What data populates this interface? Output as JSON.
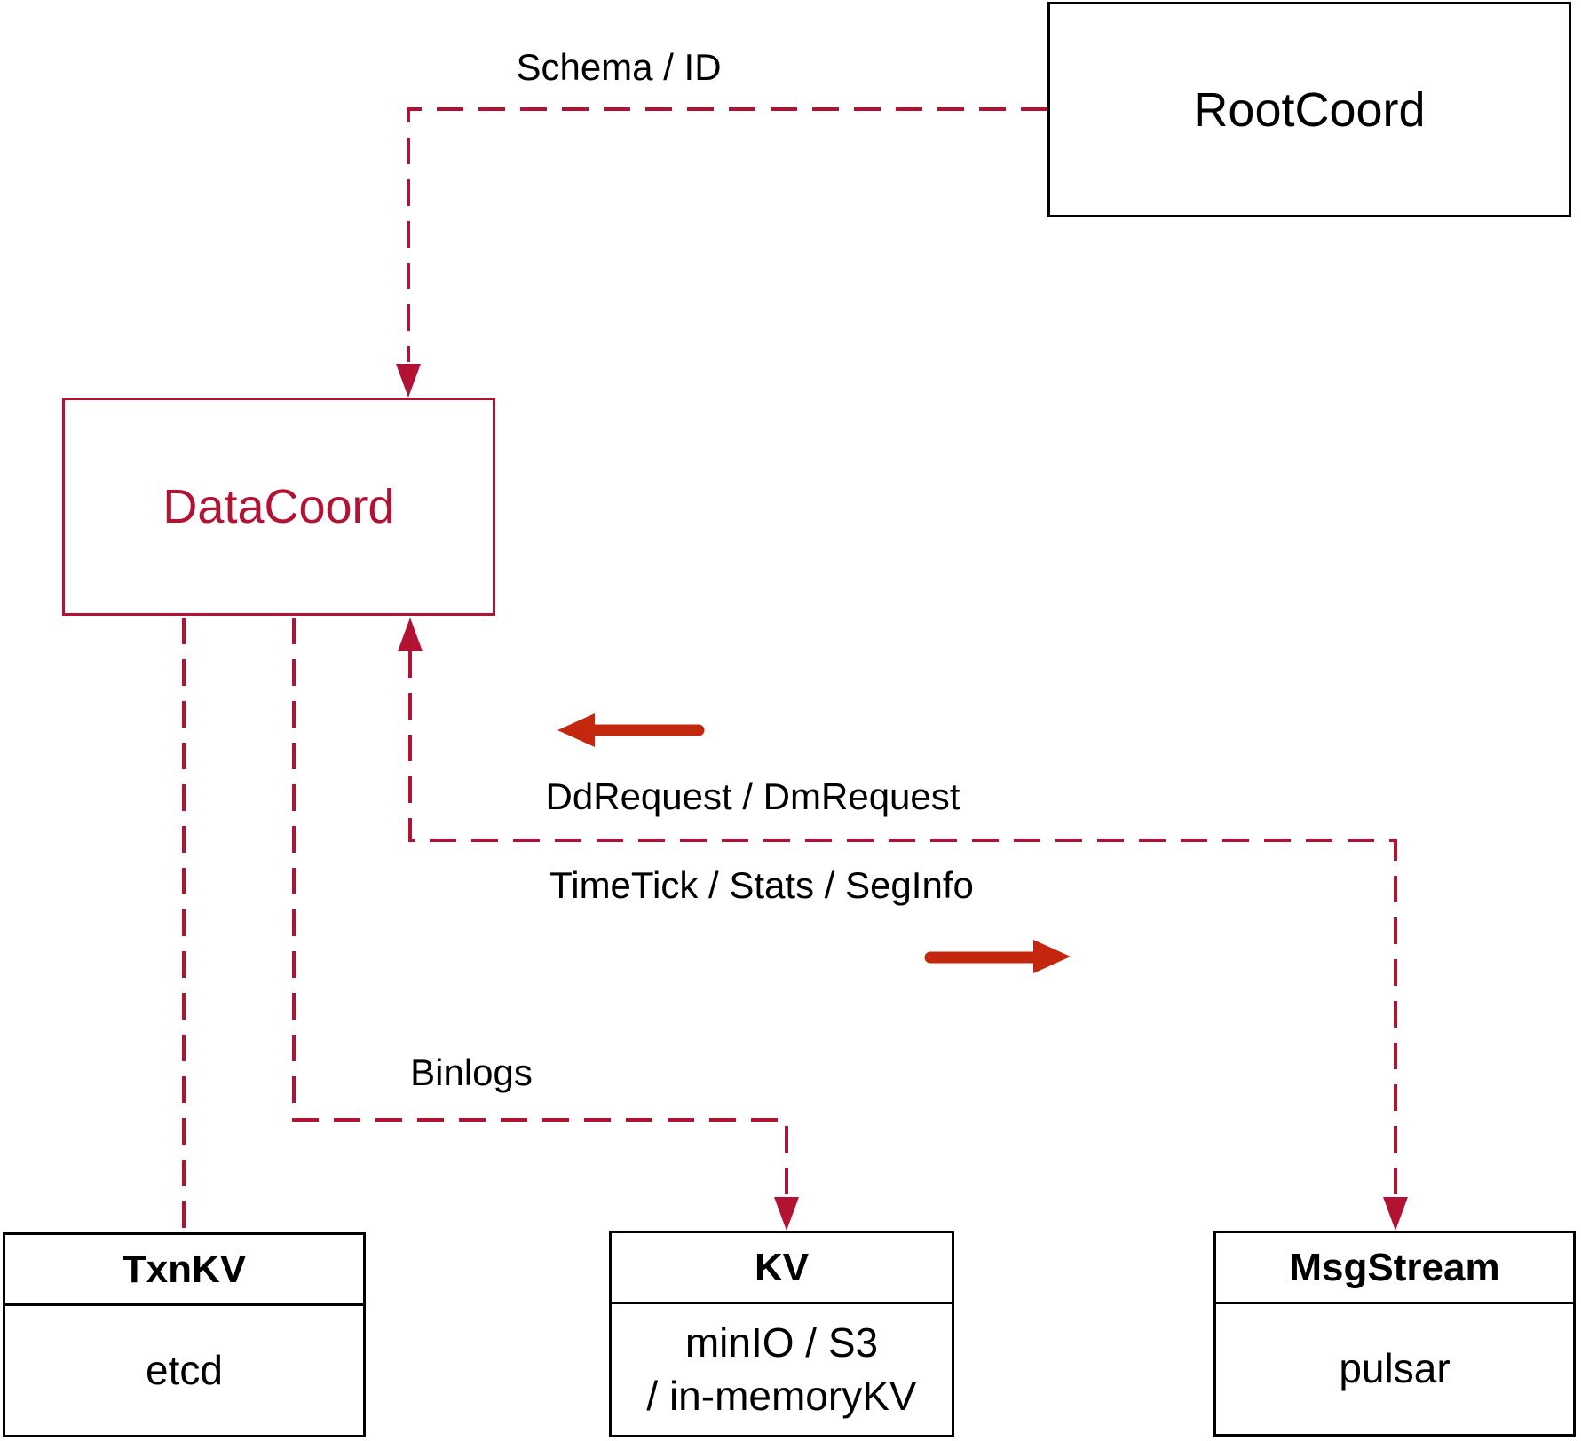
{
  "diagram": {
    "nodes": {
      "rootcoord": {
        "label": "RootCoord"
      },
      "datacoord": {
        "label": "DataCoord"
      },
      "txnkv": {
        "title": "TxnKV",
        "body": "etcd"
      },
      "kv": {
        "title": "KV",
        "body_line1": "minIO / S3",
        "body_line2": "/ in-memoryKV"
      },
      "msgstream": {
        "title": "MsgStream",
        "body": "pulsar"
      }
    },
    "edges": [
      {
        "from": "RootCoord",
        "to": "DataCoord",
        "label": "Schema / ID",
        "style": "dashed-arrow"
      },
      {
        "from": "DataCoord",
        "to": "TxnKV",
        "label": "",
        "style": "dashed"
      },
      {
        "from": "DataCoord",
        "to": "KV",
        "label": "Binlogs",
        "style": "dashed-arrow"
      },
      {
        "between": [
          "DataCoord",
          "MsgStream"
        ],
        "style": "dashed-double-arrow",
        "directions": [
          {
            "label": "DdRequest / DmRequest",
            "toward": "DataCoord"
          },
          {
            "label": "TimeTick / Stats / SegInfo",
            "toward": "MsgStream"
          }
        ]
      }
    ],
    "colors": {
      "background": "#FFFFFF",
      "box_border": "#000000",
      "text": "#000000",
      "dashed_line": "#B41233",
      "datacoord_accent": "#B41233",
      "solid_arrow": "#C3270D"
    }
  }
}
